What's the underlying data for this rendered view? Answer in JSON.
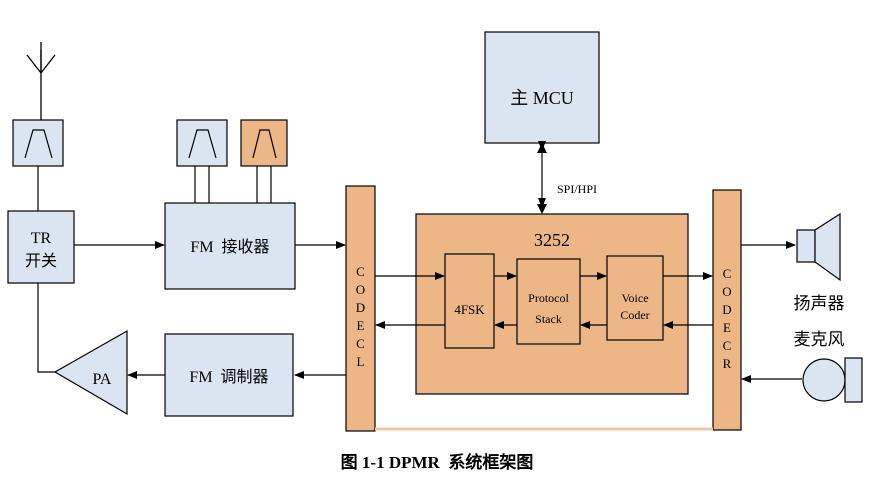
{
  "colors": {
    "blue_block": "#dbe5f1",
    "orange_block": "#edb687",
    "orange_dark": "#e8a97a",
    "line": "#000000",
    "bus_line": "#f4c8a4"
  },
  "blocks": {
    "mcu": "主 MCU",
    "tr_switch_line1": "TR",
    "tr_switch_line2": "开关",
    "fm_receiver": "FM  接收器",
    "fm_modulator": "FM  调制器",
    "pa": "PA",
    "chip": "3252",
    "fsk": "4FSK",
    "protocol_line1": "Protocol",
    "protocol_line2": "Stack",
    "voice_line1": "Voice",
    "voice_line2": "Coder",
    "codec_left": [
      "C",
      "O",
      "D",
      "E",
      "C",
      "L"
    ],
    "codec_right": [
      "C",
      "O",
      "D",
      "E",
      "C",
      "R"
    ]
  },
  "labels": {
    "spi_hpi": "SPI/HPI",
    "speaker": "扬声器",
    "microphone": "麦克风"
  },
  "icons": {
    "antenna": "antenna-icon",
    "filter": "bandpass-filter-icon",
    "speaker": "speaker-icon",
    "microphone": "microphone-icon"
  },
  "caption": "图 1-1 DPMR  系统框架图"
}
